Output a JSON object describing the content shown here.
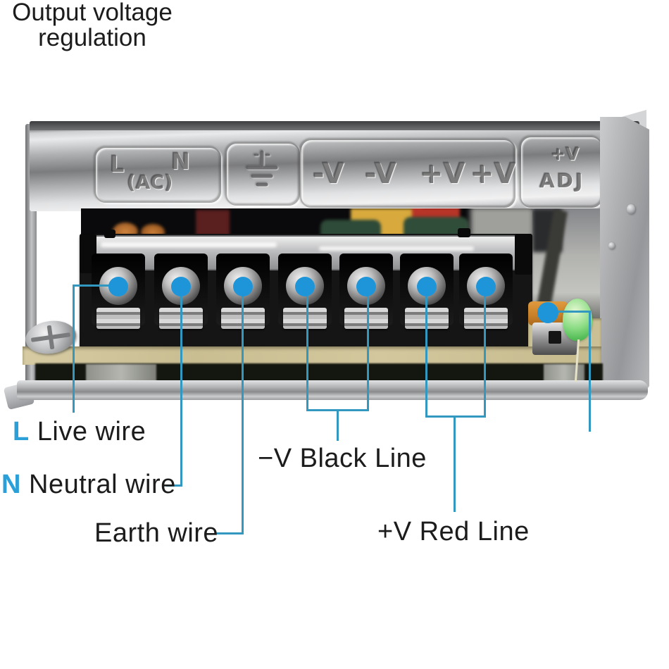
{
  "figure": {
    "type": "annotated-product-photo",
    "subject": "switching power supply terminal block wiring guide"
  },
  "colors": {
    "dot_blue": "#1e95d8",
    "line_teal": "#3398bf",
    "label_accent_blue": "#2b9fd8",
    "label_text": "#1c1c1c",
    "chassis_metal": "#b2b3b5",
    "pcb_beige": "#cfc49a",
    "led_green": "#8bdc84",
    "pot_orange": "#c87f28"
  },
  "stamped_labels": {
    "live": "L",
    "neutral": "N",
    "ac": "(AC)",
    "ground_icon": "earth-ground-symbol",
    "dc_terms": [
      "-V",
      "-V",
      "+V",
      "+V"
    ],
    "adj_line1": "+V",
    "adj_line2": "ADJ"
  },
  "terminals": [
    "L (live)",
    "N (neutral)",
    "earth ground",
    "-V",
    "-V",
    "+V",
    "+V"
  ],
  "potentiometer": "output voltage adjust",
  "annotations": {
    "live": {
      "prefix": "L",
      "label": "Live wire"
    },
    "neutral": {
      "prefix": "N",
      "label": "Neutral wire"
    },
    "earth": {
      "label": "Earth wire"
    },
    "negative": {
      "label": "−V Black Line"
    },
    "positive": {
      "label": "+V Red Line"
    },
    "regulation": {
      "line1": "Output voltage",
      "line2": "regulation"
    }
  }
}
